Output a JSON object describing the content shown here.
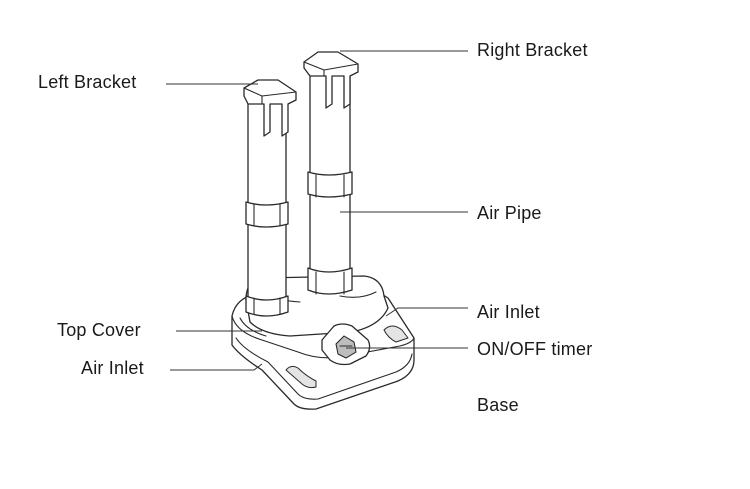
{
  "diagram": {
    "labels": {
      "right_bracket": "Right Bracket",
      "left_bracket": "Left Bracket",
      "air_pipe": "Air Pipe",
      "air_inlet_right": "Air Inlet",
      "top_cover": "Top Cover",
      "on_off_timer": "ON/OFF timer",
      "air_inlet_left": "Air Inlet",
      "base": "Base"
    }
  }
}
